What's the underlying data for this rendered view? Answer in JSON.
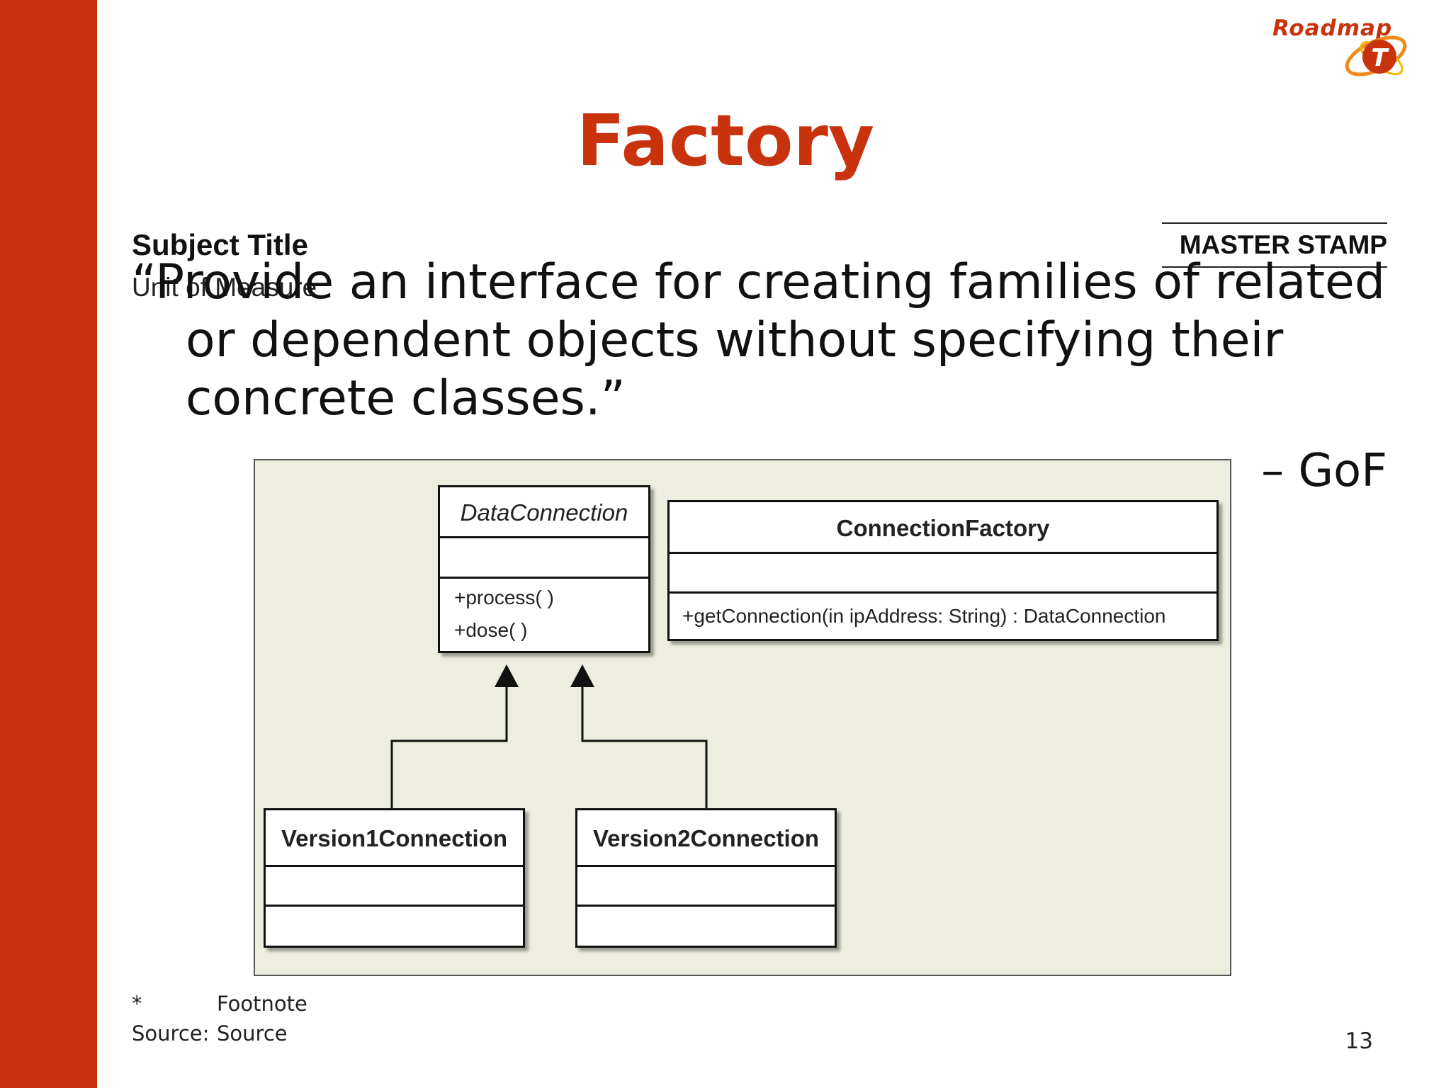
{
  "slide": {
    "logo_text": "Roadmap",
    "logo_mark": "T",
    "title": "Factory",
    "subject_title": "Subject Title",
    "unit_of_measure": "Unit of Measure",
    "master_stamp": "MASTER STAMP",
    "quote_lines": [
      "“Provide an interface for creating families of related",
      "or dependent objects without specifying their",
      "concrete classes.”"
    ],
    "attribution": "– GoF",
    "footnote_marker": "*",
    "footnote_text": "Footnote",
    "source_label": "Source:",
    "source_text": "Source",
    "page_number": "13"
  },
  "diagram": {
    "classes": {
      "data_connection": {
        "name": "DataConnection",
        "operations": [
          "+process( )",
          "+dose( )"
        ]
      },
      "connection_factory": {
        "name": "ConnectionFactory",
        "operations": [
          "+getConnection(in ipAddress: String) : DataConnection"
        ]
      },
      "version1": {
        "name": "Version1Connection"
      },
      "version2": {
        "name": "Version2Connection"
      }
    }
  },
  "colors": {
    "accent": "#c8330e",
    "diagram_bg": "#eeeee0",
    "logo_orange": "#f08a1c"
  }
}
